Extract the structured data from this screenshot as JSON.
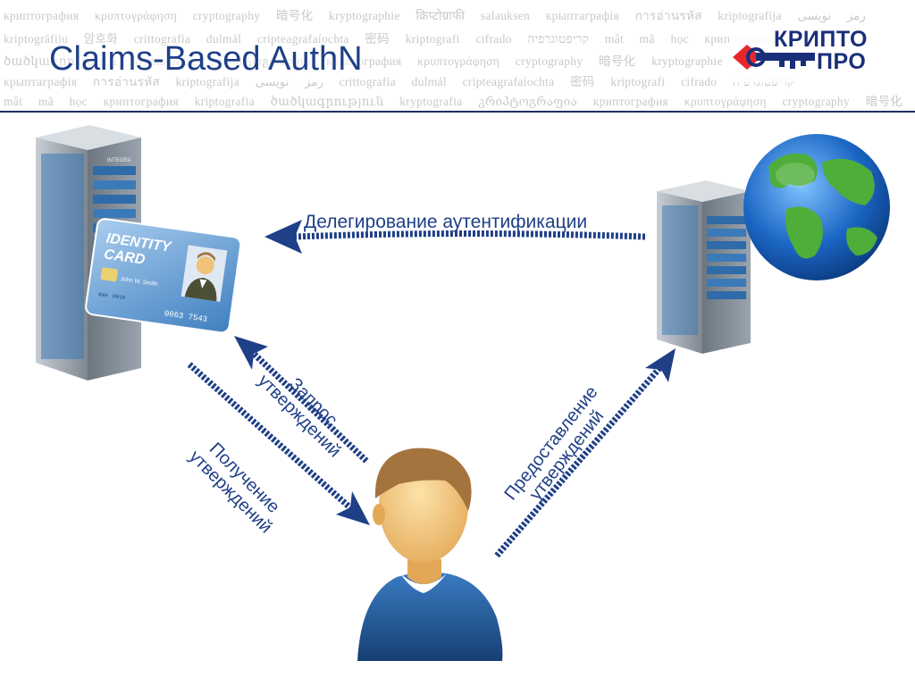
{
  "header": {
    "title": "Claims-Based AuthN",
    "banner_rows": [
      "криптография  κρυπτογράφηση  cryptography  暗号化  kryptographie  क्रिप्टोग्राफी  salauksen  крыптаграфія  การอ่านรหัส  kriptografija  رمز نویسی",
      "kriptogrāfiju  암호화  crittografia  dulmál  cripteagrafaíochta  密码  kriptografi  cifrado  קריפטוגרפיה  mât mã học  криптография  kriptografia",
      "ծածկագրություն  kryptografia  კრიპტოგრაფია  криптография  κρυπτογράφηση  cryptography  暗号化  kryptographie  salauksen",
      "крыптаграфія  การอ่านรหัส  kriptografija  رمز نویسی  crittografia  dulmál  cripteagrafaíochta  密码  kriptografi  cifrado  קריפטוגרפיה",
      "mât mã học  криптография  kriptografia  ծածկագրություն  kryptografia  კრიპტოგრაფია  криптография  κρυπτογράφηση  cryptography  暗号化"
    ]
  },
  "logo": {
    "line1": "КРИПТО",
    "line2": "ПРО",
    "accent_red": "#e8262b",
    "key_blue": "#1a2f7a"
  },
  "diagram": {
    "labels": {
      "delegation": "Делегирование аутентификации",
      "request_line1": "Запрос",
      "request_line2": "утверждений",
      "receive_line1": "Получение",
      "receive_line2": "утверждений",
      "provide_line1": "Предоставление",
      "provide_line2": "утверждений"
    },
    "identity_card": {
      "heading_line1": "IDENTITY",
      "heading_line2": "CARD",
      "holder_name": "John W. Smith",
      "date_label": "date",
      "date_value": "09/19",
      "number": "0063 7543"
    },
    "server_brand": "INTEGRA",
    "icons": [
      "relying-party-server-icon",
      "identity-provider-server-icon",
      "globe-icon",
      "user-icon",
      "identity-card-icon"
    ],
    "colors": {
      "arrow": "#1f3f87",
      "label": "#1f3f87",
      "server_body": "#9aa3ad",
      "server_face": "#3a78b4",
      "card": "#5c9bd2",
      "globe_sea": "#1b66c4",
      "globe_land": "#4fae3a",
      "user_shirt": "#1f5c9c",
      "user_skin": "#f0c27a",
      "user_hair": "#a4743f"
    }
  }
}
